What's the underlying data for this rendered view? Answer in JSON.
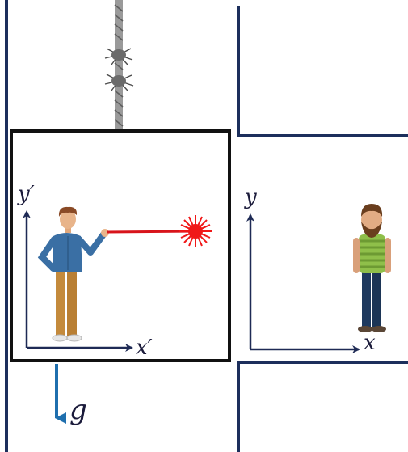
{
  "labels": {
    "elevator_y_axis": "y′",
    "elevator_x_axis": "x′",
    "ground_y_axis": "y",
    "ground_x_axis": "x",
    "gravity": "g"
  },
  "colors": {
    "wall": "#1c2f5c",
    "elevator_border": "#111111",
    "axis": "#1e2a55",
    "gravity_arrow": "#1f6fae",
    "laser_beam": "#d8141b",
    "laser_spot": "#f01818",
    "rope": "#8e8e8e"
  },
  "icons": {
    "rope": "frayed-rope-icon",
    "laser_person": "man-pointing-laser-icon",
    "observer": "bearded-man-standing-icon",
    "laser_spot": "laser-burst-icon"
  }
}
